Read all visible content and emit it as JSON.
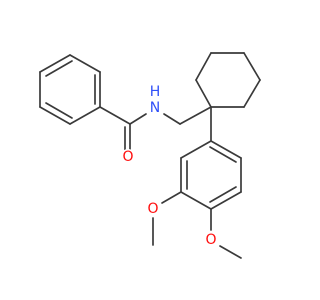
{
  "molecule": {
    "atoms": [
      {
        "id": "O1",
        "label": "O",
        "color": "#ff0d0d"
      },
      {
        "id": "N",
        "label": "N",
        "color": "#3050f8"
      },
      {
        "id": "O2",
        "label": "O",
        "color": "#ff0d0d"
      },
      {
        "id": "O3",
        "label": "O",
        "color": "#ff0d0d"
      }
    ],
    "bond_color": "#3a3a3a"
  }
}
